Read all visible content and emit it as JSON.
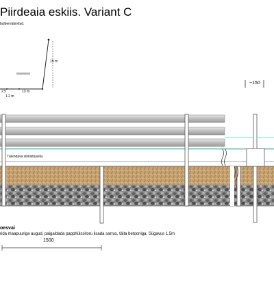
{
  "title": "Piirdeaia eskiis. Variant C",
  "subtitle": "bulberväärvitud.",
  "profile": {
    "dim_height": "19 m",
    "dim_left": "2.5",
    "dim_mid": "13 m",
    "dim_below": "1.2 m"
  },
  "dim_top_right": "~150",
  "layer_label": "Täiendava viimistluseta.",
  "bottom": {
    "heading": "oesvai",
    "note": "rida maapuuriga augud, paigaldada papphülssitoru lisada sarrus, täita betooniga. Sügavus 1.5m"
  },
  "dim_bottom": "1500",
  "colors": {
    "rail_fill": "#c8c8c8",
    "rail_edge": "#8a8a8a",
    "sand": "#c9a574",
    "gravel": "#7d7d7d",
    "cyan_line": "#36d7d7",
    "profile_line": "#222222",
    "gray_bar": "#b4b4b4"
  }
}
